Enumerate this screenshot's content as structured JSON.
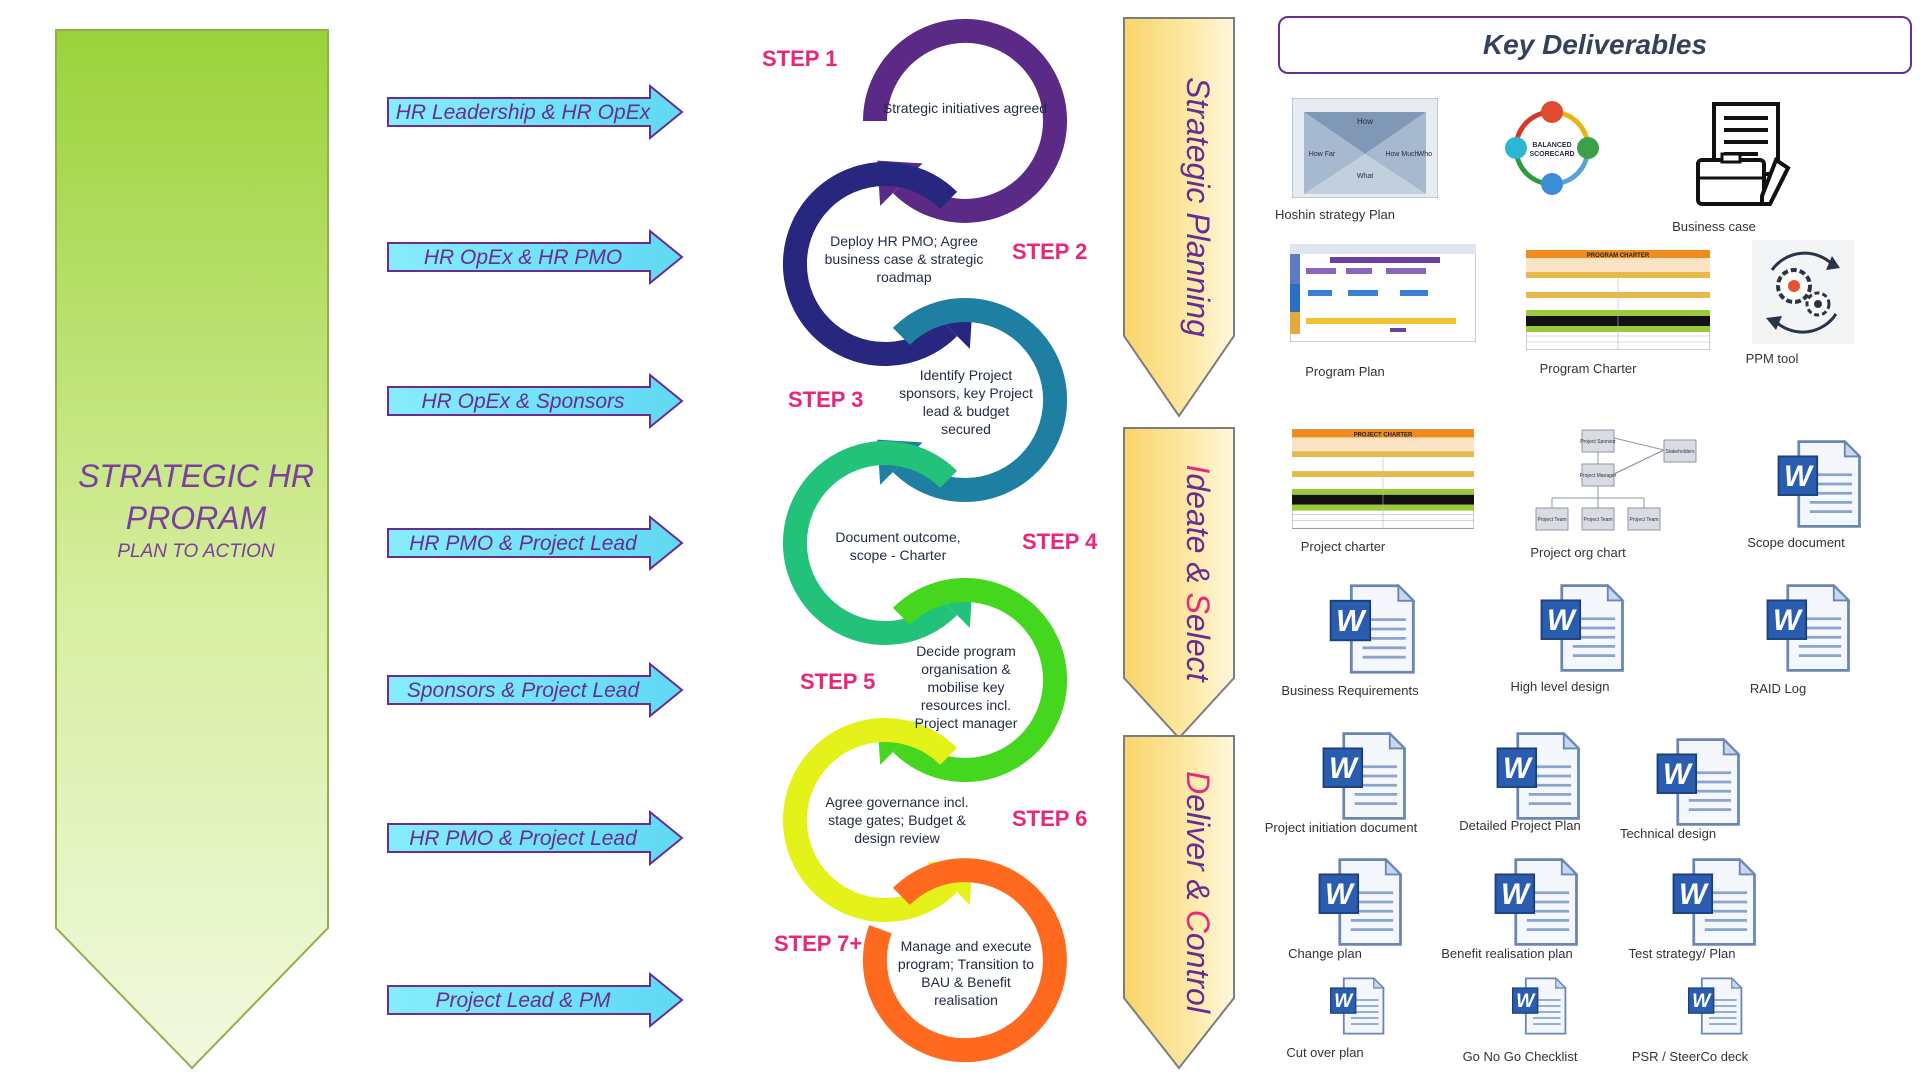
{
  "main_title": {
    "line1": "STRATEGIC HR",
    "line2": "PRORAM",
    "subtitle": "PLAN TO ACTION"
  },
  "stakeholder_arrows": [
    {
      "label": "HR Leadership & HR OpEx"
    },
    {
      "label": "HR OpEx & HR PMO"
    },
    {
      "label": "HR OpEx & Sponsors"
    },
    {
      "label": "HR PMO & Project Lead"
    },
    {
      "label": "Sponsors & Project Lead"
    },
    {
      "label": "HR PMO & Project Lead"
    },
    {
      "label": "Project Lead & PM"
    }
  ],
  "steps": [
    {
      "label": "STEP 1",
      "description": "Strategic initiatives agreed",
      "color": "#5b2a86"
    },
    {
      "label": "STEP 2",
      "description": "Deploy HR PMO; Agree business case & strategic roadmap",
      "color": "#27277f"
    },
    {
      "label": "STEP 3",
      "description": "Identify Project sponsors,  key Project lead & budget secured",
      "color": "#1e7fa3"
    },
    {
      "label": "STEP 4",
      "description": "Document outcome, scope - Charter",
      "color": "#22c27a"
    },
    {
      "label": "STEP 5",
      "description": "Decide program organisation & mobilise key resources incl. Project manager",
      "color": "#45d61e"
    },
    {
      "label": "STEP 6",
      "description": "Agree governance incl. stage gates; Budget & design review",
      "color": "#e5f21a"
    },
    {
      "label": "STEP 7+",
      "description": "Manage and execute program; Transition to BAU & Benefit realisation",
      "color": "#ff6a1f"
    }
  ],
  "phases": [
    {
      "label": "Strategic Planning"
    },
    {
      "first": "I",
      "rest": "deate & ",
      "second": "S",
      "rest2": "elect"
    },
    {
      "first": "D",
      "rest": "eliver & ",
      "second": "C",
      "rest2": "ontrol"
    }
  ],
  "deliverables": {
    "title": "Key Deliverables",
    "items": [
      {
        "label": "Hoshin strategy Plan",
        "icon": "hoshin-matrix-icon"
      },
      {
        "label": "Business case",
        "icon": "briefcase-document-icon"
      },
      {
        "label": "Program Plan",
        "icon": "gantt-chart-icon"
      },
      {
        "label": "Program Charter",
        "icon": "charter-table-icon"
      },
      {
        "label": "PPM tool",
        "icon": "gears-cycle-icon"
      },
      {
        "label": "Project charter",
        "icon": "charter-table-icon"
      },
      {
        "label": "Project org chart",
        "icon": "org-chart-icon"
      },
      {
        "label": "Scope document",
        "icon": "word-doc-icon"
      },
      {
        "label": "Business Requirements",
        "icon": "word-doc-icon"
      },
      {
        "label": "High level design",
        "icon": "word-doc-icon"
      },
      {
        "label": "RAID Log",
        "icon": "word-doc-icon"
      },
      {
        "label": "Project initiation document",
        "icon": "word-doc-icon"
      },
      {
        "label": "Detailed Project Plan",
        "icon": "word-doc-icon"
      },
      {
        "label": "Technical design",
        "icon": "word-doc-icon"
      },
      {
        "label": "Change plan",
        "icon": "word-doc-icon"
      },
      {
        "label": "Benefit realisation plan",
        "icon": "word-doc-icon"
      },
      {
        "label": "Test strategy/ Plan",
        "icon": "word-doc-icon"
      },
      {
        "label": "Cut over plan",
        "icon": "word-doc-icon"
      },
      {
        "label": "Go No Go Checklist",
        "icon": "word-doc-icon"
      },
      {
        "label": "PSR / SteerCo deck",
        "icon": "word-doc-icon"
      }
    ]
  },
  "colors": {
    "purple": "#6a2c91",
    "step_pink": "#e8277b",
    "arrow_fill": "#7fe6f8",
    "arrow_stroke": "#6a2c91",
    "word_blue": "#2a5db0"
  },
  "thumb_text": {
    "how": "How",
    "how_far": "How Far",
    "how_much": "How Much",
    "what": "What",
    "who": "Who",
    "balanced_scorecard": "BALANCED SCORECARD",
    "project_charter": "PROJECT CHARTER",
    "program_charter": "PROGRAM CHARTER",
    "org_project_sponsor": "Project Sponsor",
    "org_project_manager": "Project Manager",
    "org_stakeholders": "Stakeholders",
    "org_project_team": "Project Team",
    "word_w": "W"
  }
}
